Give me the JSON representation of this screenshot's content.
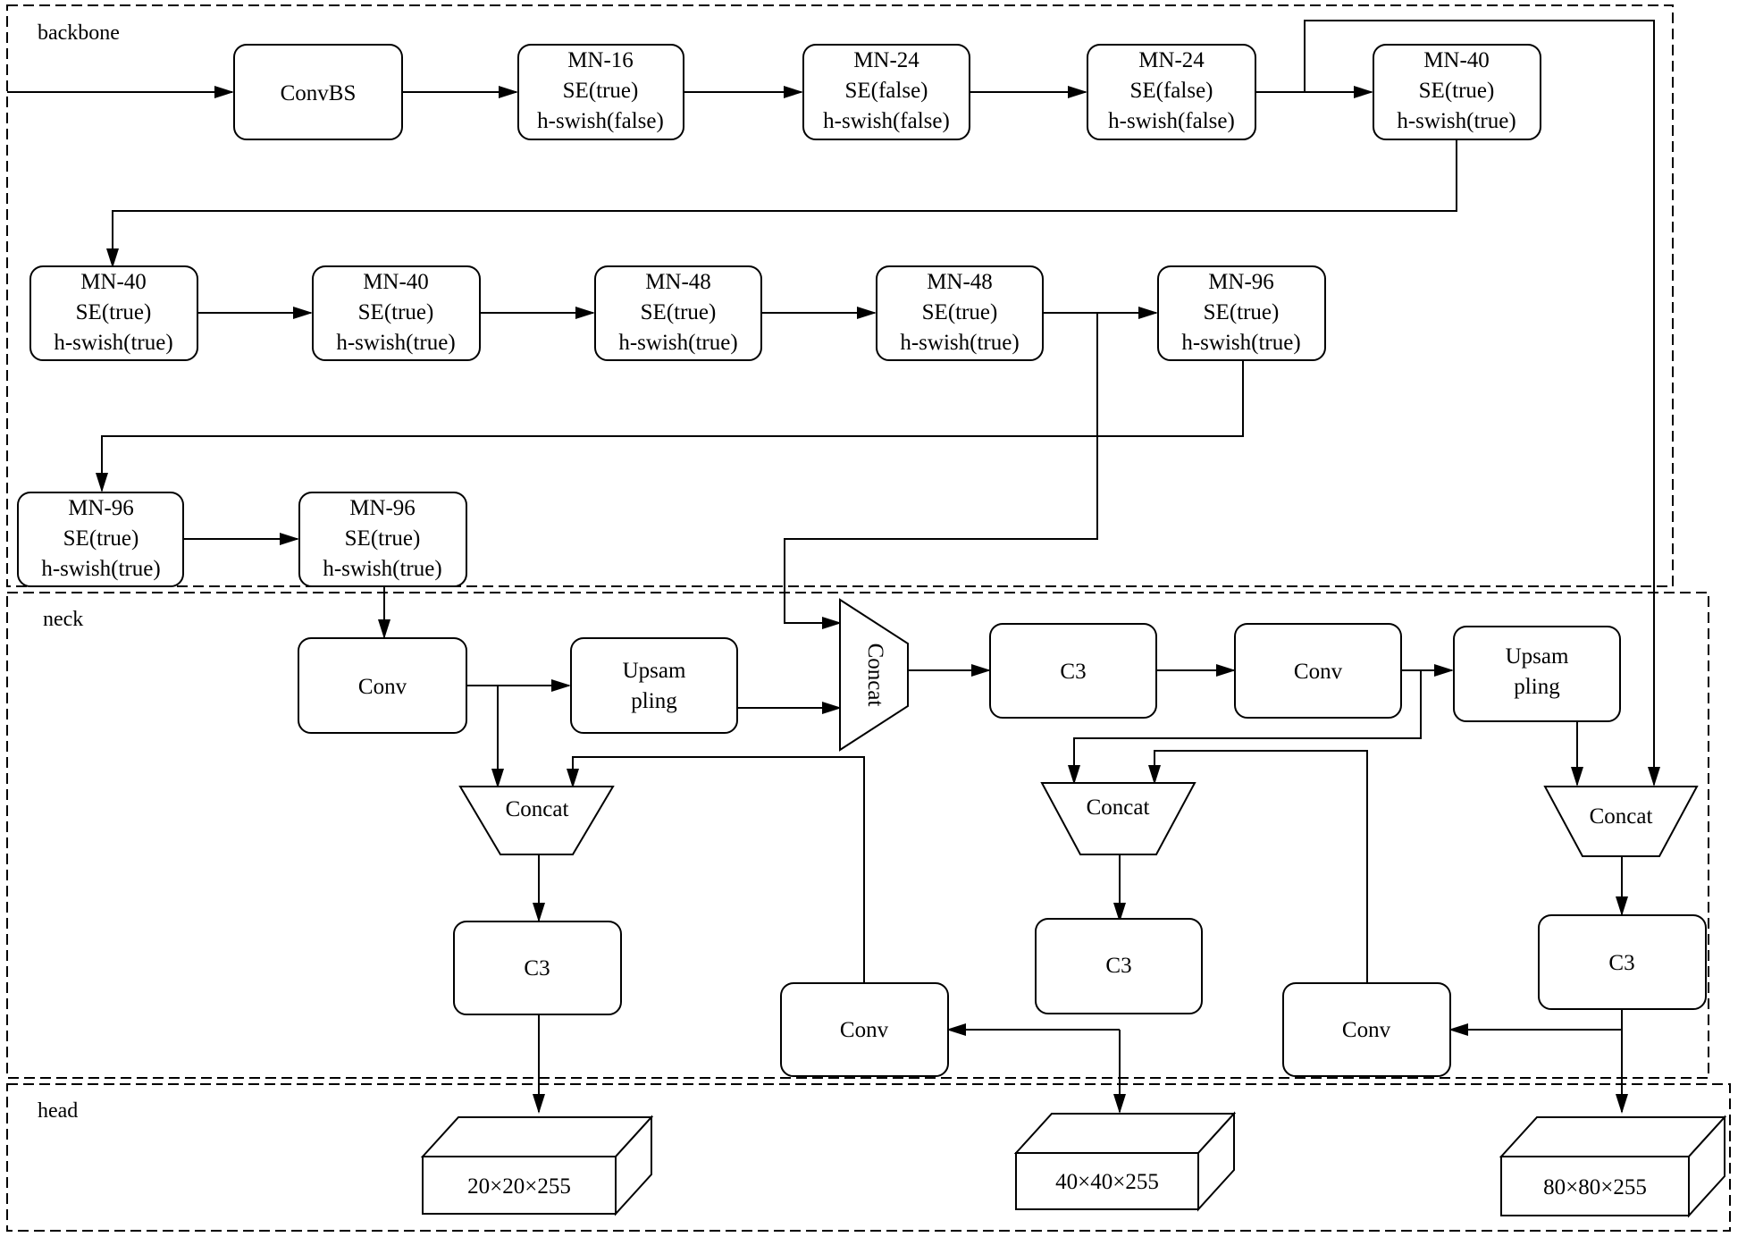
{
  "sections": {
    "backbone": "backbone",
    "neck": "neck",
    "head": "head"
  },
  "nodes": {
    "convbs": [
      "ConvBS"
    ],
    "mn16": [
      "MN-16",
      "SE(true)",
      "h-swish(false)"
    ],
    "mn24a": [
      "MN-24",
      "SE(false)",
      "h-swish(false)"
    ],
    "mn24b": [
      "MN-24",
      "SE(false)",
      "h-swish(false)"
    ],
    "mn40a": [
      "MN-40",
      "SE(true)",
      "h-swish(true)"
    ],
    "mn40b": [
      "MN-40",
      "SE(true)",
      "h-swish(true)"
    ],
    "mn40c": [
      "MN-40",
      "SE(true)",
      "h-swish(true)"
    ],
    "mn48a": [
      "MN-48",
      "SE(true)",
      "h-swish(true)"
    ],
    "mn48b": [
      "MN-48",
      "SE(true)",
      "h-swish(true)"
    ],
    "mn96a": [
      "MN-96",
      "SE(true)",
      "h-swish(true)"
    ],
    "mn96b": [
      "MN-96",
      "SE(true)",
      "h-swish(true)"
    ],
    "mn96c": [
      "MN-96",
      "SE(true)",
      "h-swish(true)"
    ],
    "conv1": [
      "Conv"
    ],
    "ups1": [
      "Upsam",
      "pling"
    ],
    "concat_v": [
      "Concat"
    ],
    "c3top": [
      "C3"
    ],
    "conv2": [
      "Conv"
    ],
    "ups2": [
      "Upsam",
      "pling"
    ],
    "cat1": [
      "Concat"
    ],
    "cat2": [
      "Concat"
    ],
    "cat3": [
      "Concat"
    ],
    "c3a": [
      "C3"
    ],
    "c3b": [
      "C3"
    ],
    "c3c": [
      "C3"
    ],
    "conv3": [
      "Conv"
    ],
    "conv4": [
      "Conv"
    ],
    "out1": [
      "20×20×255"
    ],
    "out2": [
      "40×40×255"
    ],
    "out3": [
      "80×80×255"
    ]
  }
}
